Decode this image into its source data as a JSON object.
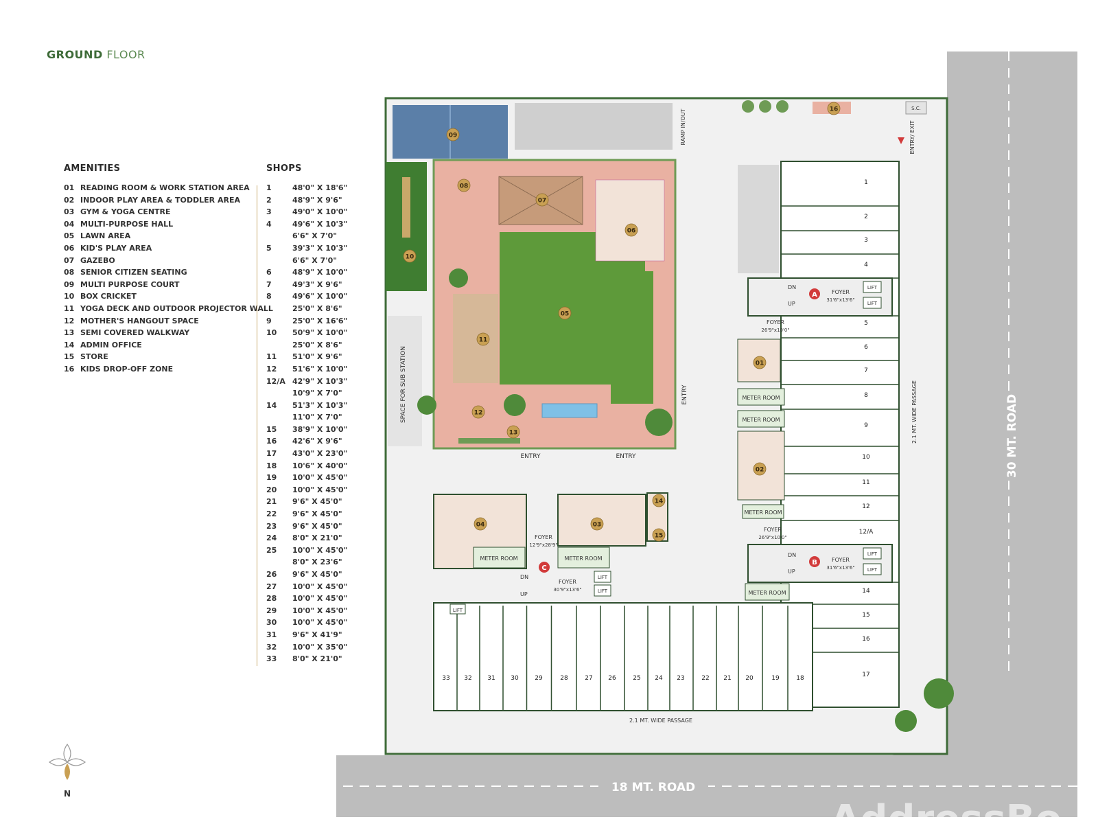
{
  "title": {
    "bold": "GROUND",
    "rest": "FLOOR"
  },
  "amenities": {
    "heading": "AMENITIES",
    "items": [
      {
        "num": "01",
        "label": "READING ROOM & WORK STATION AREA"
      },
      {
        "num": "02",
        "label": "INDOOR PLAY AREA & TODDLER AREA"
      },
      {
        "num": "03",
        "label": "GYM & YOGA CENTRE"
      },
      {
        "num": "04",
        "label": "MULTI-PURPOSE HALL"
      },
      {
        "num": "05",
        "label": "LAWN AREA"
      },
      {
        "num": "06",
        "label": "KID'S PLAY AREA"
      },
      {
        "num": "07",
        "label": "GAZEBO"
      },
      {
        "num": "08",
        "label": "SENIOR CITIZEN SEATING"
      },
      {
        "num": "09",
        "label": "MULTI PURPOSE COURT"
      },
      {
        "num": "10",
        "label": "BOX CRICKET"
      },
      {
        "num": "11",
        "label": "YOGA DECK AND OUTDOOR PROJECTOR WALL"
      },
      {
        "num": "12",
        "label": "MOTHER'S HANGOUT SPACE"
      },
      {
        "num": "13",
        "label": "SEMI COVERED WALKWAY"
      },
      {
        "num": "14",
        "label": "ADMIN OFFICE"
      },
      {
        "num": "15",
        "label": "STORE"
      },
      {
        "num": "16",
        "label": "KIDS DROP-OFF ZONE"
      }
    ]
  },
  "shops": {
    "heading": "SHOPS",
    "items": [
      {
        "num": "1",
        "dim": "48'0\" X 18'6\""
      },
      {
        "num": "2",
        "dim": "48'9\" X 9'6\""
      },
      {
        "num": "3",
        "dim": "49'0\" X 10'0\""
      },
      {
        "num": "4",
        "dim": "49'6\" X 10'3\""
      },
      {
        "num": "",
        "dim": "6'6\" X 7'0\""
      },
      {
        "num": "5",
        "dim": "39'3\" X 10'3\""
      },
      {
        "num": "",
        "dim": "6'6\" X 7'0\""
      },
      {
        "num": "6",
        "dim": "48'9\" X 10'0\""
      },
      {
        "num": "7",
        "dim": "49'3\" X 9'6\""
      },
      {
        "num": "8",
        "dim": "49'6\" X 10'0\""
      },
      {
        "num": "",
        "dim": "25'0\" X 8'6\""
      },
      {
        "num": "9",
        "dim": "25'0\" X 16'6\""
      },
      {
        "num": "10",
        "dim": "50'9\" X 10'0\""
      },
      {
        "num": "",
        "dim": "25'0\" X 8'6\""
      },
      {
        "num": "11",
        "dim": "51'0\" X 9'6\""
      },
      {
        "num": "12",
        "dim": "51'6\" X 10'0\""
      },
      {
        "num": "12/A",
        "dim": "42'9\" X 10'3\""
      },
      {
        "num": "",
        "dim": "10'9\" X 7'0\""
      },
      {
        "num": "14",
        "dim": "51'3\" X 10'3\""
      },
      {
        "num": "",
        "dim": "11'0\" X 7'0\""
      },
      {
        "num": "15",
        "dim": "38'9\" X 10'0\""
      },
      {
        "num": "16",
        "dim": "42'6\" X 9'6\""
      },
      {
        "num": "17",
        "dim": "43'0\" X 23'0\""
      },
      {
        "num": "18",
        "dim": "10'6\" X 40'0\""
      },
      {
        "num": "19",
        "dim": "10'0\" X 45'0\""
      },
      {
        "num": "20",
        "dim": "10'0\" X 45'0\""
      },
      {
        "num": "21",
        "dim": "9'6\" X 45'0\""
      },
      {
        "num": "22",
        "dim": "9'6\" X 45'0\""
      },
      {
        "num": "23",
        "dim": "9'6\" X 45'0\""
      },
      {
        "num": "24",
        "dim": "8'0\" X 21'0\""
      },
      {
        "num": "25",
        "dim": "10'0\" X 45'0\""
      },
      {
        "num": "",
        "dim": "8'0\" X 23'6\""
      },
      {
        "num": "26",
        "dim": "9'6\" X 45'0\""
      },
      {
        "num": "27",
        "dim": "10'0\" X 45'0\""
      },
      {
        "num": "28",
        "dim": "10'0\" X 45'0\""
      },
      {
        "num": "29",
        "dim": "10'0\" X 45'0\""
      },
      {
        "num": "30",
        "dim": "10'0\" X 45'0\""
      },
      {
        "num": "31",
        "dim": "9'6\" X 41'9\""
      },
      {
        "num": "32",
        "dim": "10'0\" X 35'0\""
      },
      {
        "num": "33",
        "dim": "8'0\" X 21'0\""
      }
    ]
  },
  "plan": {
    "roads": {
      "south": "18 MT. ROAD",
      "east": "30 MT. ROAD"
    },
    "passage_label": "2.1 MT. WIDE PASSAGE",
    "sub_station": "SPACE FOR SUB STATION",
    "ramp": "RAMP IN/OUT",
    "entry": "ENTRY",
    "entry_exit": "ENTRY/ EXIT",
    "sc": "S.C.",
    "meter_room": "METER ROOM",
    "lift": "LIFT",
    "dn": "DN",
    "up": "UP",
    "foyer": "FOYER",
    "block_a": {
      "letter": "A",
      "foyer_dim": "31'6\"x13'6\"",
      "foyer2_dim": "26'9\"x10'0\""
    },
    "block_b": {
      "letter": "B",
      "foyer_dim": "31'6\"x13'6\"",
      "foyer2_dim": "26'9\"x10'0\""
    },
    "block_c": {
      "letter": "C",
      "foyer_dim": "30'9\"x13'6\"",
      "foyer2_dim": "12'9\"x28'9\""
    },
    "amenity_markers": [
      "01",
      "02",
      "03",
      "04",
      "05",
      "06",
      "07",
      "08",
      "09",
      "10",
      "11",
      "12",
      "13",
      "14",
      "15",
      "16"
    ],
    "east_shops": [
      "1",
      "2",
      "3",
      "4",
      "5",
      "6",
      "7",
      "8",
      "9",
      "10",
      "11",
      "12",
      "12/A",
      "14",
      "15",
      "16",
      "17"
    ],
    "south_shops": [
      "33",
      "32",
      "31",
      "30",
      "29",
      "28",
      "27",
      "26",
      "25",
      "24",
      "23",
      "22",
      "21",
      "20",
      "19",
      "18"
    ]
  },
  "compass": {
    "label": "N"
  },
  "watermark": "AddressBo",
  "colors": {
    "green": "#3e6b38",
    "lawn": "#5e9a3a",
    "paving": "#e9b1a2",
    "court": "#5b7fa8",
    "road": "#bdbdbd",
    "marker": "#c9a053",
    "block_marker": "#d23b3b"
  }
}
